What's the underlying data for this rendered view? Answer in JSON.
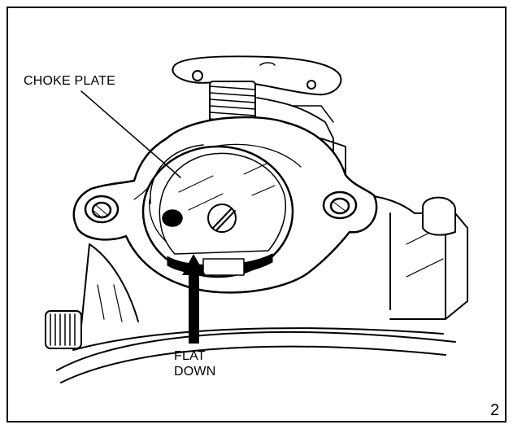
{
  "labels": {
    "choke_plate": "CHOKE PLATE",
    "flat_line1": "FLAT",
    "flat_line2": "DOWN"
  },
  "figure_number": "2",
  "icons": [
    "carburetor-illustration",
    "arrow-up-icon",
    "leader-line"
  ],
  "colors": {
    "ink": "#000000",
    "paper": "#ffffff"
  }
}
